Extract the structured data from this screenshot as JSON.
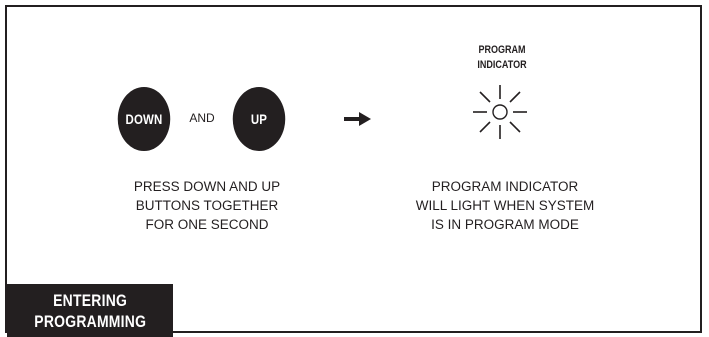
{
  "buttons": {
    "down_label": "DOWN",
    "and_label": "AND",
    "up_label": "UP"
  },
  "indicator": {
    "label_line1": "PROGRAM",
    "label_line2": "INDICATOR"
  },
  "captions": {
    "left": [
      "PRESS DOWN AND UP",
      "BUTTONS TOGETHER",
      "FOR ONE SECOND"
    ],
    "right": [
      "PROGRAM INDICATOR",
      "WILL LIGHT WHEN SYSTEM",
      "IS IN PROGRAM MODE"
    ]
  },
  "title": {
    "line1": "ENTERING",
    "line2": "PROGRAMMING"
  },
  "icons": {
    "arrow": "right-arrow-icon",
    "indicator": "light-burst-icon"
  },
  "colors": {
    "ink": "#231f20",
    "paper": "#ffffff"
  }
}
